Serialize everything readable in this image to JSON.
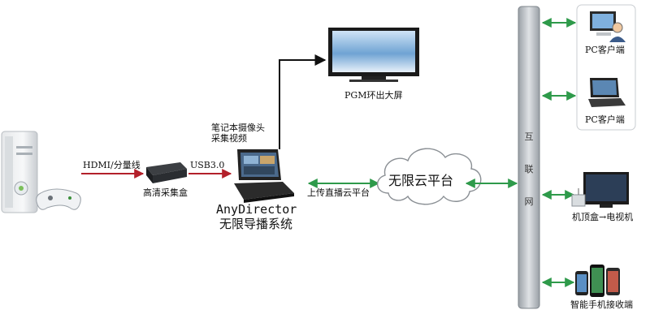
{
  "labels": {
    "hdmi": "HDMI/分量线",
    "usb": "USB3.0",
    "capture_box": "高清采集盒",
    "laptop_camera": "笔记本摄像头",
    "capture_video": "采集视频",
    "anydirector": "AnyDirector",
    "director_system": "无限导播系统",
    "pgm_screen": "PGM环出大屏",
    "upload_stream": "上传直播云平台",
    "cloud_platform": "无限云平台",
    "internet_1": "互",
    "internet_2": "联",
    "internet_3": "网",
    "pc_client_1": "PC客户端",
    "pc_client_2": "PC客户端",
    "stb_tv": "机顶盒→电视机",
    "mobile_receiver": "智能手机接收端"
  },
  "colors": {
    "red_arrow": "#b3202a",
    "green_arrow": "#2e9a4a",
    "black_line": "#111111"
  }
}
